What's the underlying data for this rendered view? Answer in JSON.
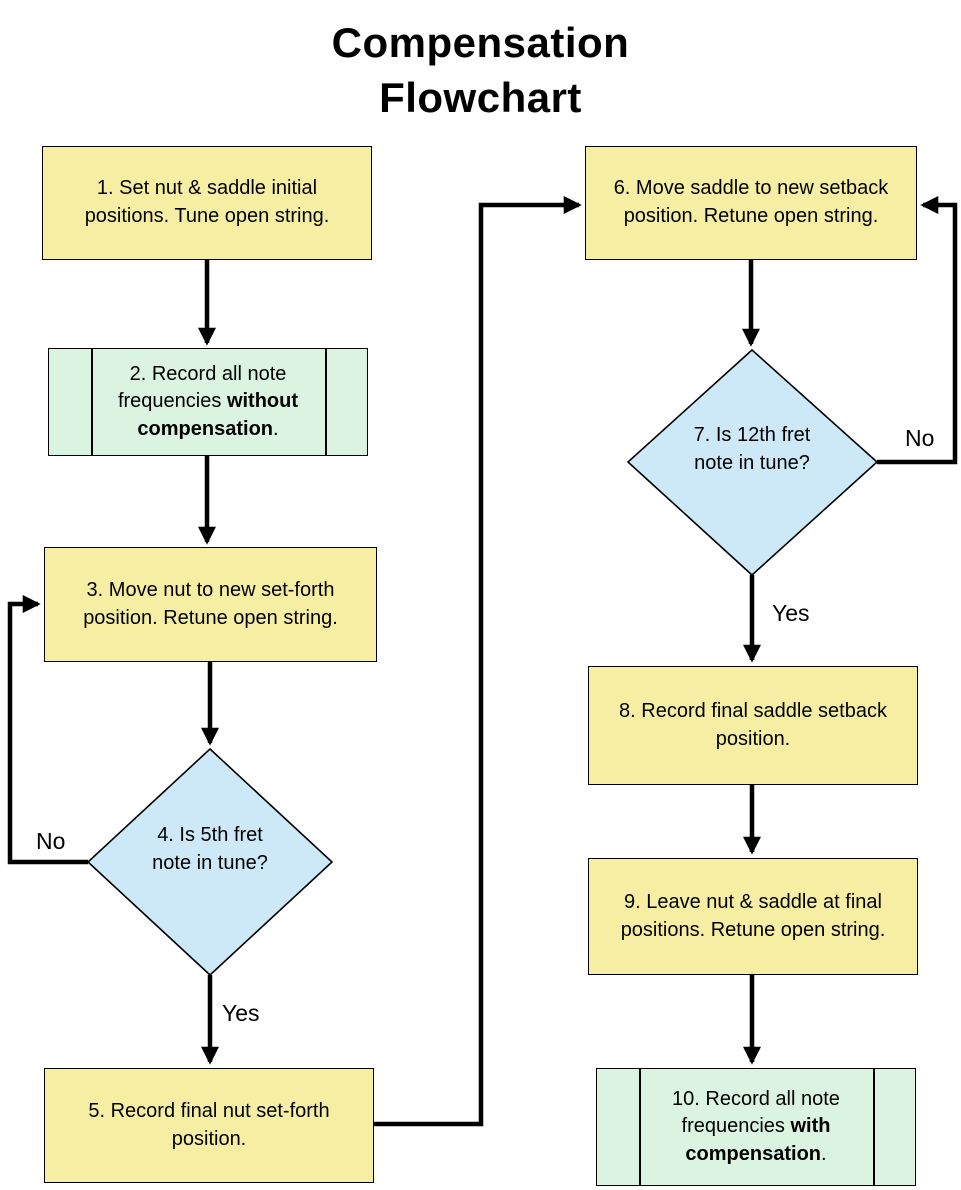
{
  "title": {
    "line1": "Compensation",
    "line2": "Flowchart"
  },
  "nodes": {
    "step1": {
      "text": "1. Set nut & saddle initial positions. Tune open string."
    },
    "step2": {
      "prefix": "2. Record all note frequencies ",
      "bold": "without compensation",
      "suffix": "."
    },
    "step3": {
      "text": "3. Move nut to new set-forth position. Retune open string."
    },
    "step4": {
      "text": "4. Is 5th fret note in tune?"
    },
    "step5": {
      "text": "5. Record final nut set-forth position."
    },
    "step6": {
      "text": "6. Move saddle to new setback position. Retune open string."
    },
    "step7": {
      "text": "7. Is 12th fret note in tune?"
    },
    "step8": {
      "text": "8. Record final saddle setback position."
    },
    "step9": {
      "text": "9. Leave nut & saddle at final positions. Retune open string."
    },
    "step10": {
      "prefix": "10. Record all note frequencies ",
      "bold": "with compensation",
      "suffix": "."
    }
  },
  "labels": {
    "no_left": "No",
    "yes_left": "Yes",
    "no_right": "No",
    "yes_right": "Yes"
  },
  "colors": {
    "process_fill": "#F6EFA3",
    "subroutine_fill": "#DBF3E1",
    "decision_fill": "#CDE9F7",
    "stroke": "#000000"
  }
}
